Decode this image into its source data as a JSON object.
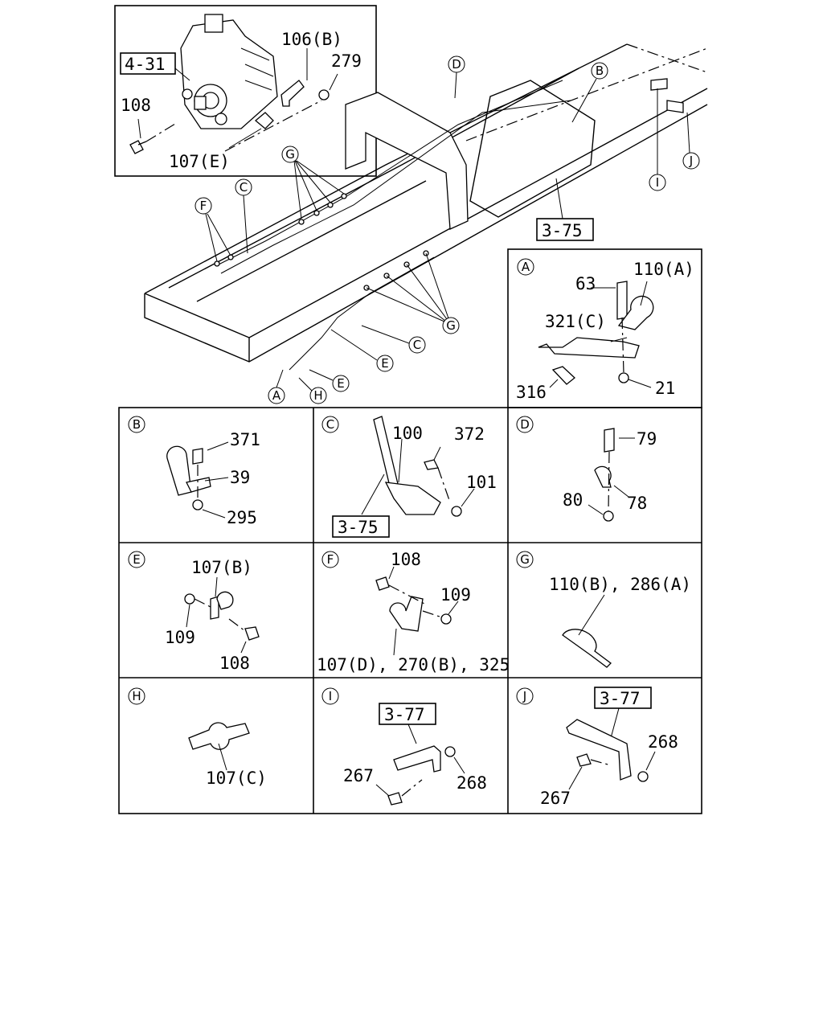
{
  "inset_top": {
    "ref_box": "4-31",
    "labels": [
      "106(B)",
      "279",
      "108",
      "107(E)"
    ]
  },
  "main": {
    "ref_box": "3-75",
    "callouts": [
      "A",
      "B",
      "C",
      "D",
      "E",
      "F",
      "G",
      "H",
      "I",
      "J"
    ],
    "callout_extra": {
      "C2": "C",
      "E2": "E",
      "G2": "G"
    }
  },
  "panels": {
    "A": {
      "letter": "A",
      "labels": [
        "63",
        "110(A)",
        "321(C)",
        "316",
        "21"
      ]
    },
    "B": {
      "letter": "B",
      "labels": [
        "371",
        "39",
        "295"
      ]
    },
    "C": {
      "letter": "C",
      "labels": [
        "100",
        "372",
        "101"
      ],
      "ref_box": "3-75"
    },
    "D": {
      "letter": "D",
      "labels": [
        "79",
        "78",
        "80"
      ]
    },
    "E": {
      "letter": "E",
      "labels": [
        "107(B)",
        "109",
        "108"
      ]
    },
    "F": {
      "letter": "F",
      "labels": [
        "108",
        "109",
        "107(D), 270(B), 325"
      ]
    },
    "G": {
      "letter": "G",
      "labels": [
        "110(B), 286(A)"
      ]
    },
    "H": {
      "letter": "H",
      "labels": [
        "107(C)"
      ]
    },
    "I": {
      "letter": "I",
      "labels": [
        "267",
        "268"
      ],
      "ref_box": "3-77"
    },
    "J": {
      "letter": "J",
      "labels": [
        "268",
        "267"
      ],
      "ref_box": "3-77"
    }
  }
}
